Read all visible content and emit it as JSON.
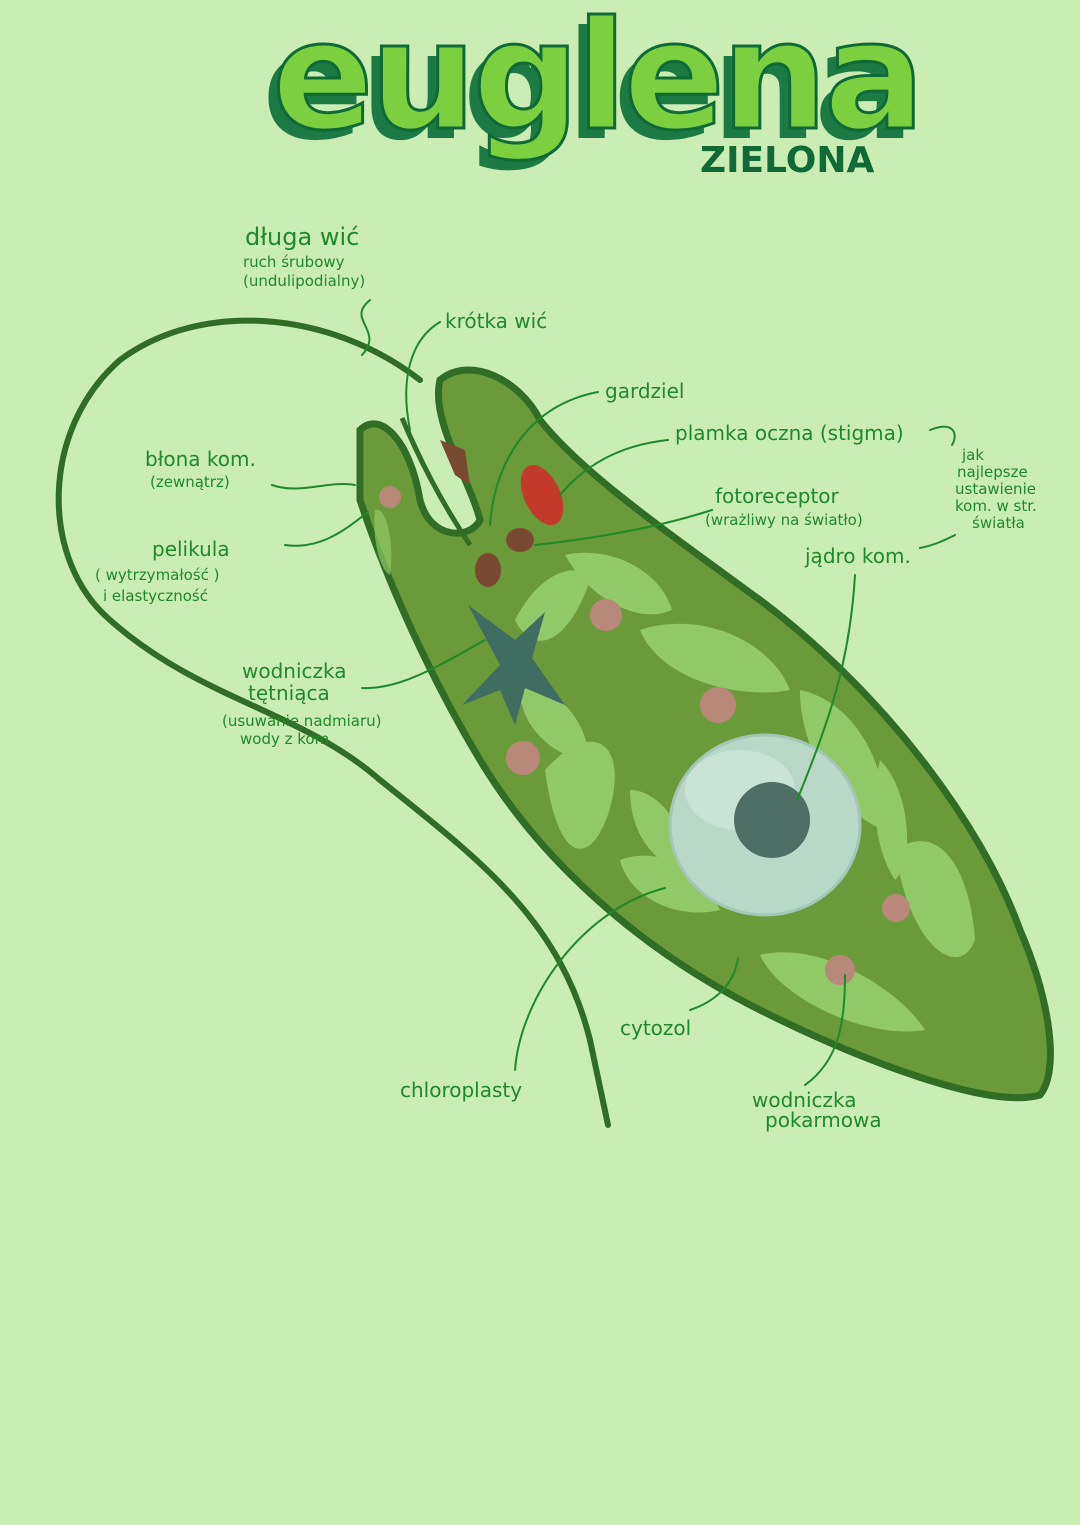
{
  "title": "euglena",
  "subtitle": "ZIELONA",
  "colors": {
    "background": "#c9edb3",
    "title_fill": "#7ccf3f",
    "title_shadow": "#1e7a45",
    "title_outline": "#0f6a36",
    "label": "#1f8a2a",
    "body_fill": "#6a9a3a",
    "body_outline": "#2f6e24",
    "chloroplast": "#93cc6a",
    "nucleus": "#b9d8c8",
    "nucleolus": "#4f6f66",
    "stigma": "#c33a2a",
    "vacuole_contractile": "#3e6e62",
    "food_vacuole": "#b88978"
  },
  "labels": {
    "dluga_wic": "długa wić",
    "dluga_wic_note1": "ruch śrubowy",
    "dluga_wic_note2": "(undulipodialny)",
    "krotka_wic": "krótka wić",
    "gardziel": "gardziel",
    "plamka_oczna": "plamka oczna (stigma)",
    "plamka_note1": "jak",
    "plamka_note2": "najlepsze",
    "plamka_note3": "ustawienie",
    "plamka_note4": "kom. w str.",
    "plamka_note5": "światła",
    "blona": "błona kom.",
    "blona_note": "(zewnątrz)",
    "fotoreceptor": "fotoreceptor",
    "fotoreceptor_note": "(wrażliwy na światło)",
    "pelikula": "pelikula",
    "pelikula_note1": "( wytrzymałość )",
    "pelikula_note2": "i elastyczność",
    "jadro": "jądro kom.",
    "wodniczka_tetniaca1": "wodniczka",
    "wodniczka_tetniaca2": "tętniąca",
    "wodniczka_note1": "(usuwanie nadmiaru)",
    "wodniczka_note2": "wody z kom.",
    "cytozol": "cytozol",
    "chloroplasty": "chloroplasty",
    "wodniczka_pokarmowa1": "wodniczka",
    "wodniczka_pokarmowa2": "pokarmowa"
  }
}
